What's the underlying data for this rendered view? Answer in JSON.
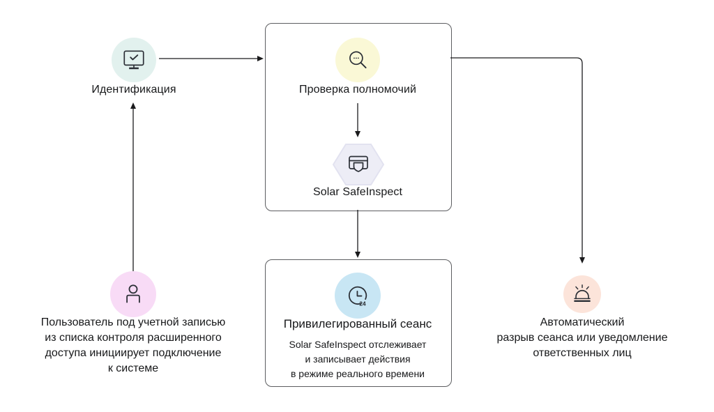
{
  "diagram": {
    "title": "Solar SafeInspect privileged access flow",
    "colors": {
      "identification_circle": "#e2f1ee",
      "authority_check_circle": "#faf8d6",
      "safeinspect_hexagon": "#ededf6",
      "session_circle": "#c8e6f4",
      "alert_circle": "#fce4da",
      "user_circle": "#f8dbf6",
      "line": "#1a1a1c",
      "panel_border": "#5c5d60",
      "text": "#17181a"
    },
    "nodes": {
      "identification": {
        "label": "Идентификация",
        "icon": "monitor-check-icon"
      },
      "authority_check": {
        "label": "Проверка полномочий",
        "icon": "search-icon"
      },
      "safeinspect": {
        "label": "Solar SafeInspect",
        "icon": "safe-shield-icon"
      },
      "privileged_session": {
        "title": "Привилегированный сеанс",
        "icon": "clock-24-icon",
        "clock_badge": "24",
        "description_lines": [
          "Solar SafeInspect отслеживает",
          "и записывает действия",
          "в режиме реального времени"
        ]
      },
      "alert": {
        "icon": "siren-icon",
        "label_lines": [
          "Автоматический",
          "разрыв сеанса или уведомление",
          "ответственных лиц"
        ]
      },
      "user": {
        "icon": "person-icon",
        "label_lines": [
          "Пользователь под учетной записью",
          "из списка контроля расширенного",
          "доступа инициирует подключение",
          "к системе"
        ]
      }
    }
  }
}
